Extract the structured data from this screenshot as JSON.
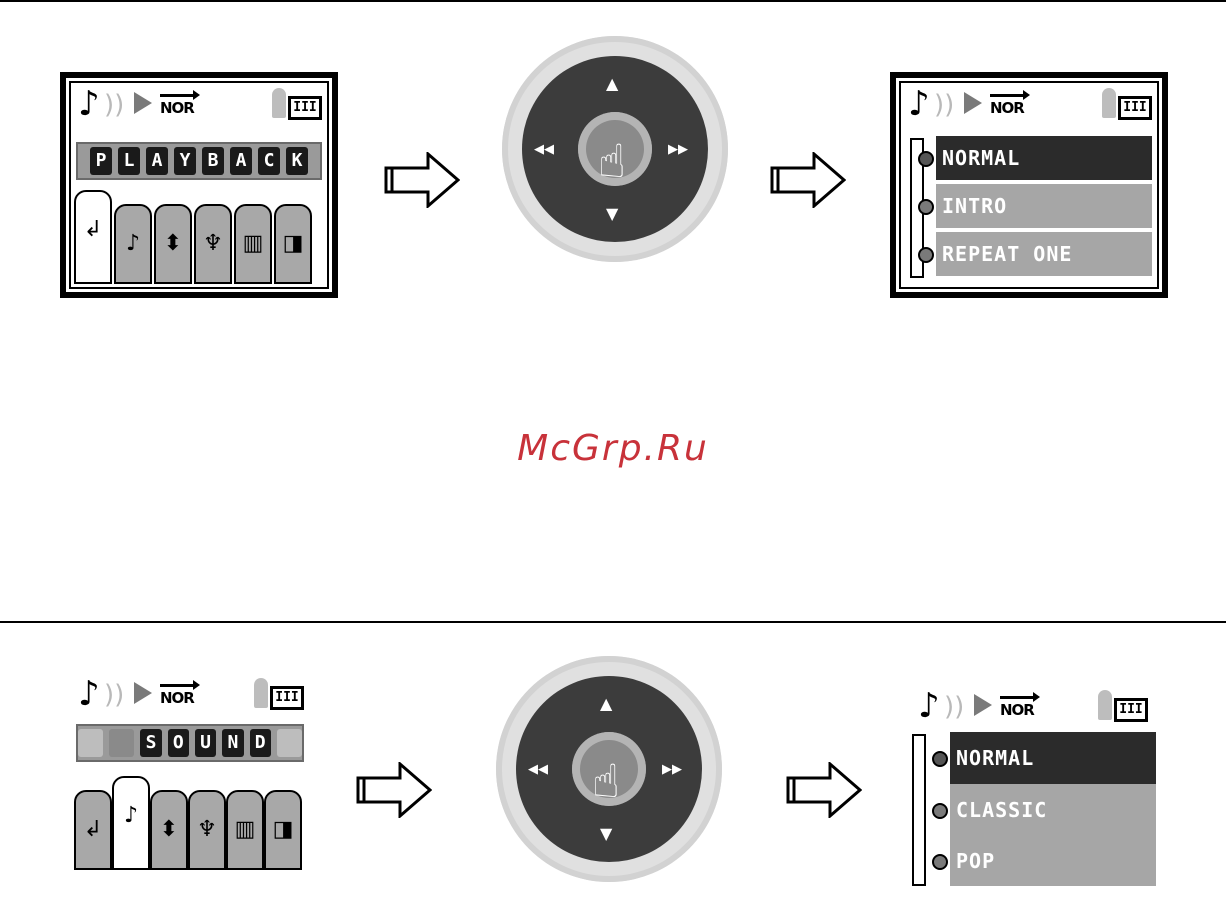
{
  "watermark": "McGrp.Ru",
  "status_icons": {
    "note": "♪",
    "wave": "))",
    "nor_label": "NOR",
    "battery": "III"
  },
  "pad_icons": {
    "up": "▲",
    "down": "▼",
    "left": "◀◀",
    "right": "▶▶",
    "hand": "☝"
  },
  "top_row": {
    "screen1": {
      "title_chars": [
        "P",
        "L",
        "A",
        "Y",
        "B",
        "A",
        "C",
        "K"
      ],
      "tabs": [
        "↲",
        "♪",
        "⬍",
        "♆",
        "▥",
        "◨"
      ]
    },
    "screen2": {
      "items": [
        {
          "label": "NORMAL",
          "selected": true
        },
        {
          "label": "INTRO",
          "selected": false
        },
        {
          "label": "REPEAT ONE",
          "selected": false
        }
      ]
    }
  },
  "bottom_row": {
    "screen1": {
      "title_chars": [
        "S",
        "O",
        "U",
        "N",
        "D"
      ],
      "tabs": [
        "↲",
        "♪",
        "⬍",
        "♆",
        "▥",
        "◨"
      ]
    },
    "screen2": {
      "items": [
        {
          "label": "NORMAL",
          "selected": true
        },
        {
          "label": "CLASSIC",
          "selected": false
        },
        {
          "label": "POP",
          "selected": false
        }
      ]
    }
  }
}
